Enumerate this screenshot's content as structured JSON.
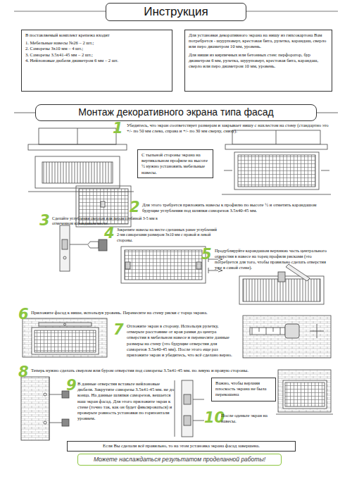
{
  "diagram": {
    "title": "Инструкция",
    "nodes": [
      {
        "text": [
          "В поставляемый комплект крепежа входит",
          "1. Мебельные навесы №26 – 2 шт.;",
          "2. Саморезы 3х10 мм – 4 шт.;",
          "3. Саморезы 3.5х41-45 мм – 2 шт.;",
          "4. Нейлоновые дюбеля диаметром 6 мм – 2 шт."
        ]
      },
      {
        "text": [
          "Для установки декоративного экрана на нишу из гипсокартона Вам потребуется - шуруповерт, крестовая бита, рулетка, карандаш, сверло или перо диаметром 10 мм, уровень.",
          "Для ниши из кирпичных или бетонных стен: перфоратор, бур диаметром 6 мм, рулетка, шуруповерт, крестовая бита, карандаш, сверло или перо диаметром 10 мм, уровень."
        ]
      },
      {
        "text": [
          "Монтаж декоративного экрана типа фасад"
        ]
      },
      {
        "text": [
          "С тыльной стороны экрана на вертикальном профиле на высоте ½ нужно установить мебельные навесы."
        ]
      },
      {
        "text": [
          "Важно, чтобы верхняя плоскость экрана не была перекошена"
        ]
      },
      {
        "text": [
          "Если Вы сделали всё правильно, то на этом установка экрана фасад завершена."
        ]
      },
      {
        "text": [
          "Можете наслаждаться результатом проделанной работы!"
        ]
      }
    ],
    "labels": [
      "1",
      "Убедитесь, что экран соответствует размерам и закрывает нишу с нахлестом на стену (стандартно это +/- по 50 мм слева, справа и +/- по 30 мм сверху, снизу).",
      "2",
      "Для этого требуется приложить навесы к профилю по высоте ½ и отметить карандашом будущие углубления под шляпки саморезов 3.5х40-45 мм.",
      "3",
      "Сделайте углубления сверлом или пером глубиной 3-5 мм в отмеченном карандашом месте.",
      "4",
      "Закрепите навесы на месте сделанных ранее углублений 2-мя саморезами размером 3х10 мм с правой и левой стороны.",
      "5",
      "Продублируйте карандашом верхнюю часть центрального отверстия в навесе на торец профиля рисками (это потребуется для того, чтобы правильно сделать отверстия уже в самой стене).",
      "6",
      "Приложите фасад к нише, используя уровень. Перенесите на стену риски с торца экрана.",
      "7",
      "Отложите экран в сторону. Используя рулетку, отмерьте расстояние от края рамки до центра отверстия в мебельном навесе и перенесите данные размеры на стену (это будущие отверстия для саморезов 3.5х40-45 мм). После этого еще раз приложите экран и убедитесь, что всё сделано верно.",
      "8",
      "Теперь нужно сделать сверлом или буром отверстия под саморезы 3.5х41-45 мм. по левую и правую стороны.",
      "9",
      "В данные отверстия вставьте нейлоновые дюбеля. Закрутите саморезы 3.5х41-45 мм. не до конца. На данные шляпки саморезов, вешается наш экран фасад. Для этого приложите экран к стене (точно так, как он будет фиксироваться) и проверьте ровность установки по горизонтали уровнем.",
      "10",
      "После оденьте экран на навесы."
    ]
  }
}
